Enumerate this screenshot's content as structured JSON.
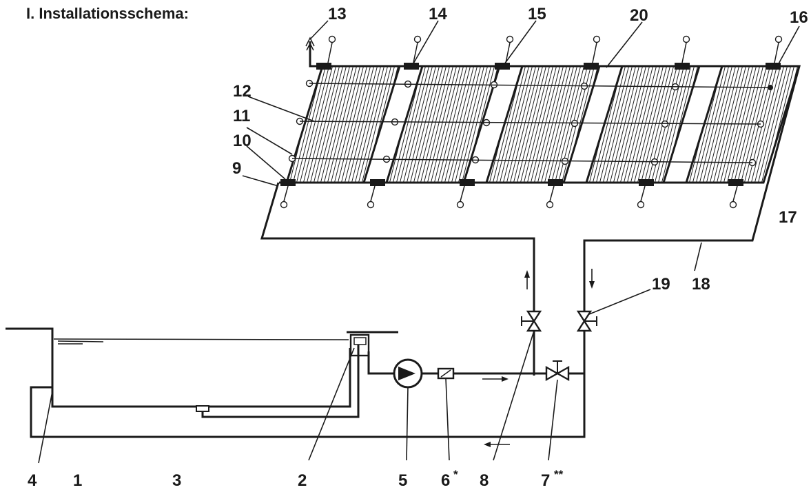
{
  "title": "I. Installationsschema:",
  "labels": {
    "n1": "1",
    "n2": "2",
    "n3": "3",
    "n4": "4",
    "n5": "5",
    "n6": "6",
    "n6_mark": "*",
    "n7": "7",
    "n7_mark": "**",
    "n8": "8",
    "n9": "9",
    "n10": "10",
    "n11": "11",
    "n12": "12",
    "n13": "13",
    "n14": "14",
    "n15": "15",
    "n16": "16",
    "n17": "17",
    "n18": "18",
    "n19": "19",
    "n20": "20"
  },
  "panel_count": 5
}
